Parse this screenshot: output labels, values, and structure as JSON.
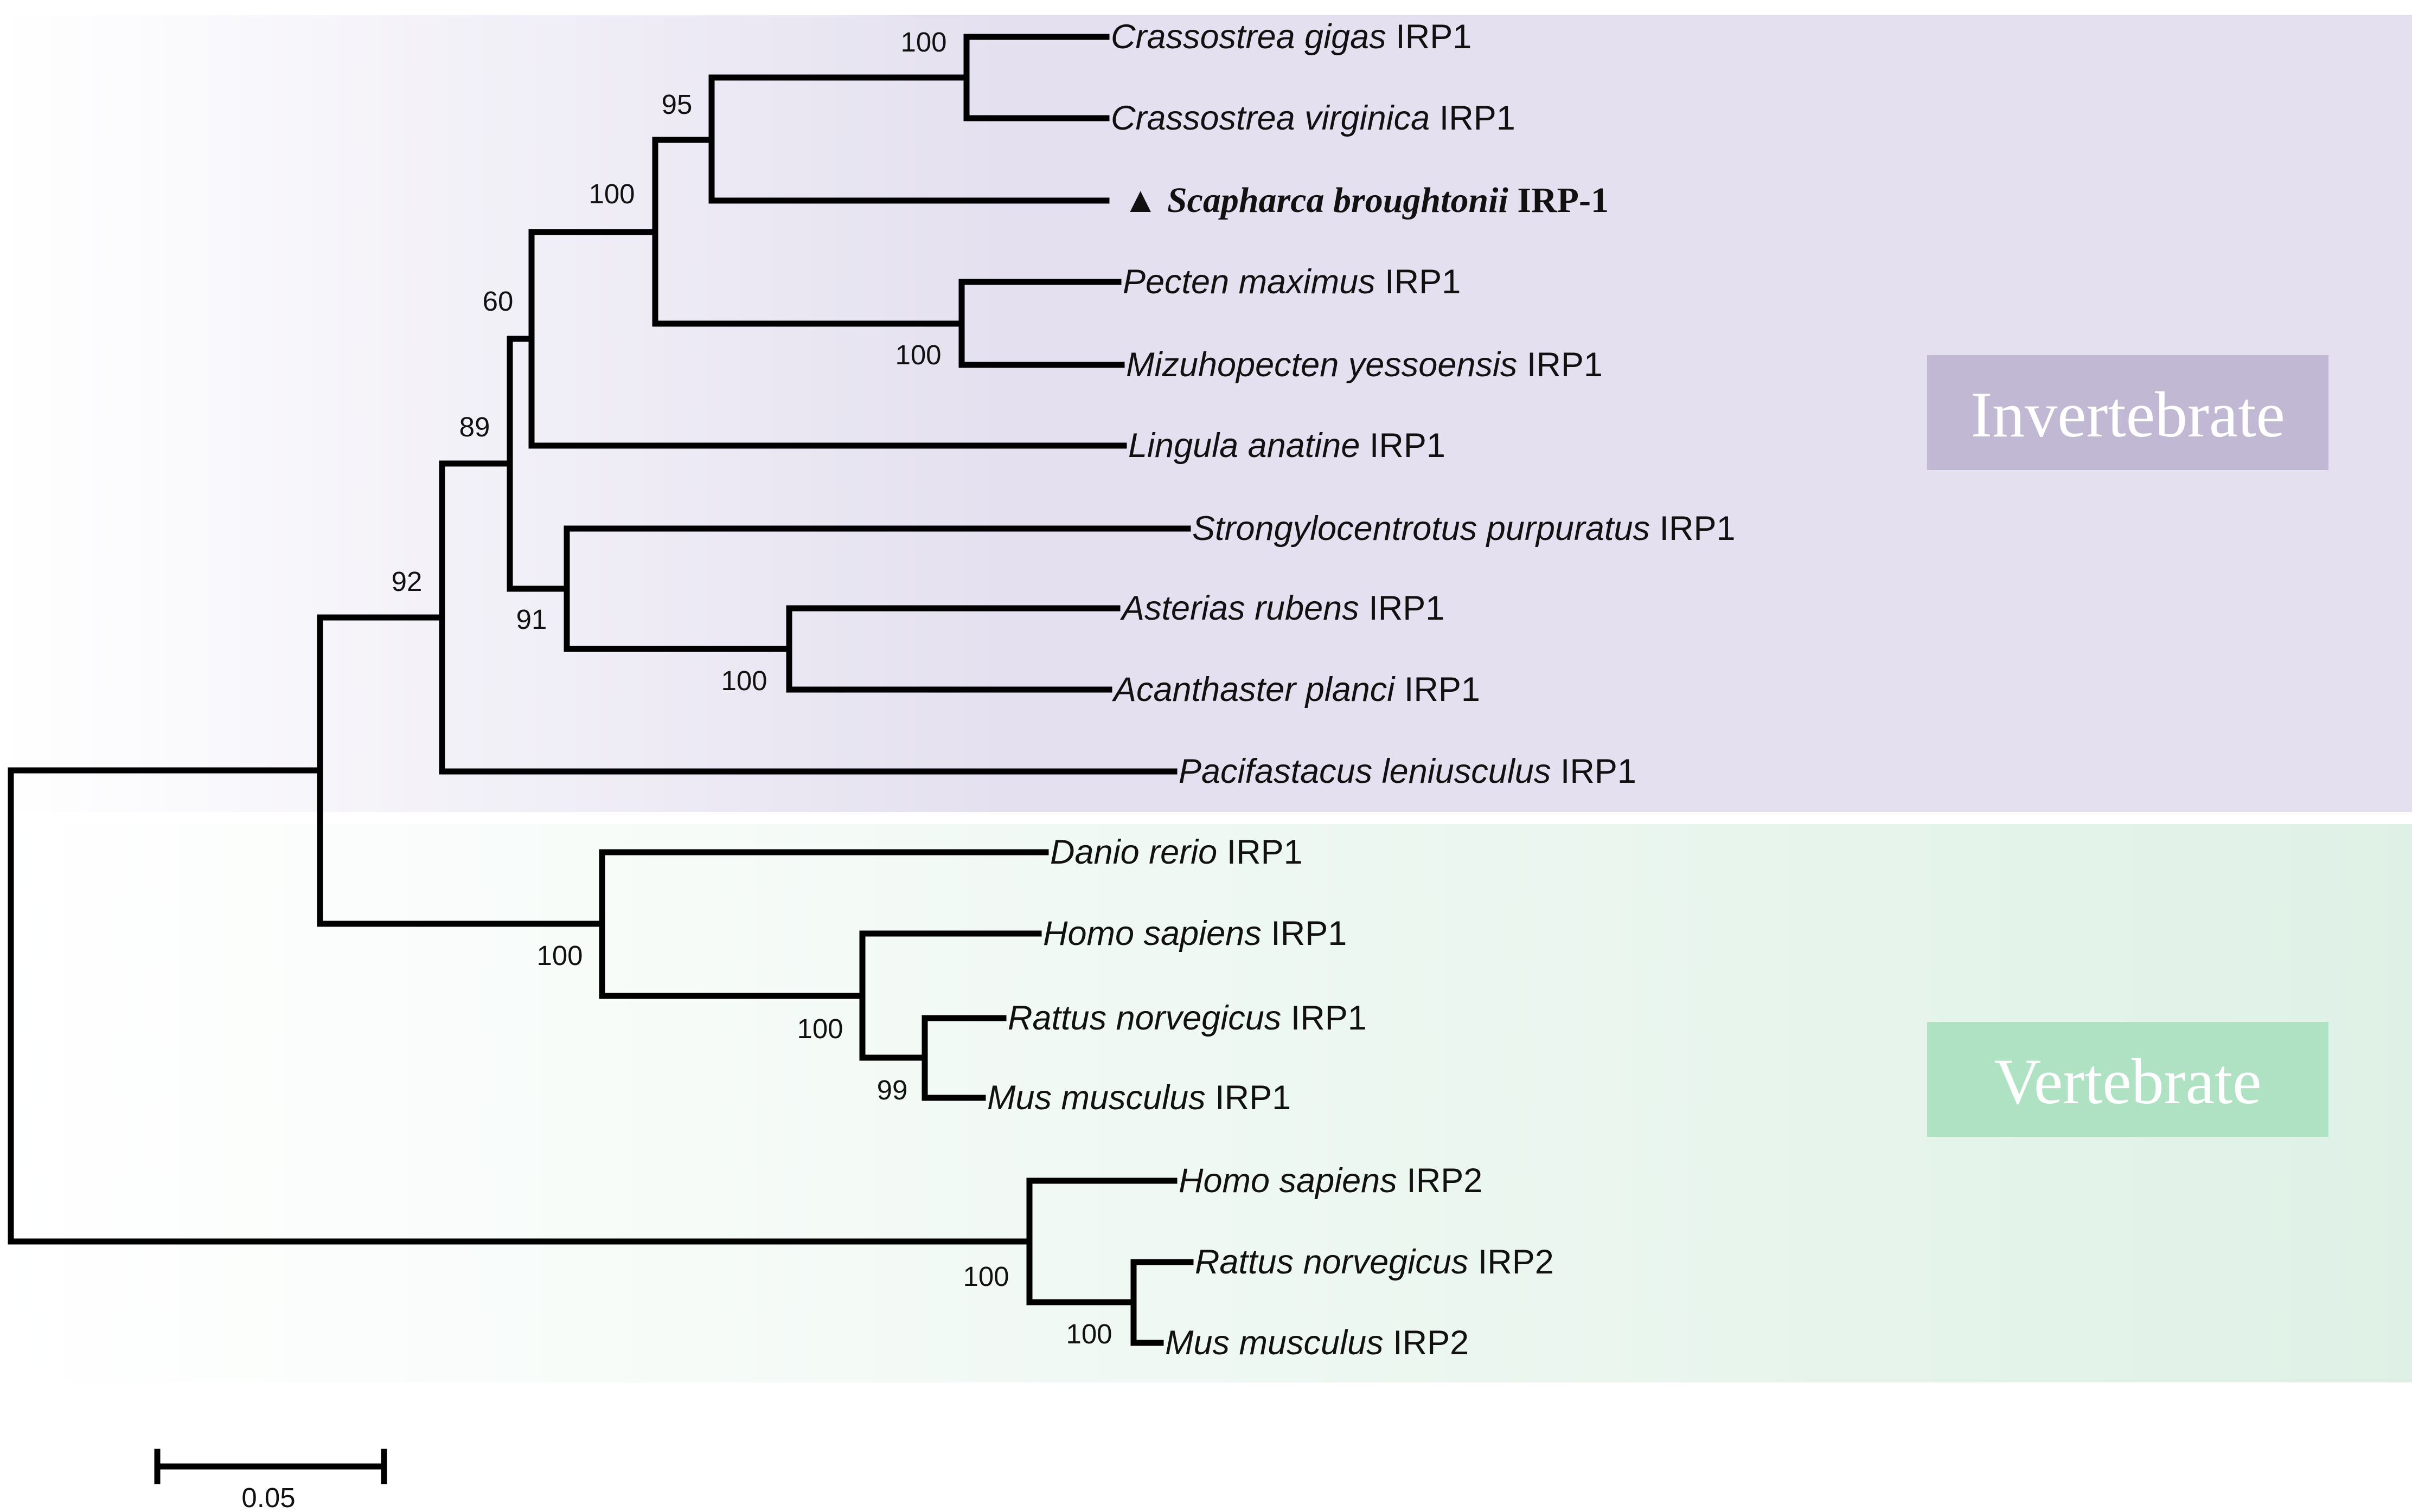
{
  "colors": {
    "invertebrate_panel": "#e4e0ef",
    "invertebrate_label_bg": "#c1b8d4",
    "vertebrate_panel": "#dff1e6",
    "vertebrate_label_bg": "#aee2c3",
    "branch": "#000000",
    "text": "#111111"
  },
  "groups": [
    {
      "label": "Invertebrate"
    },
    {
      "label": "Vertebrate"
    }
  ],
  "taxa": [
    {
      "species": "Crassostrea gigas",
      "gene": "IRP1"
    },
    {
      "species": "Crassostrea virginica",
      "gene": "IRP1"
    },
    {
      "marker": "▲",
      "species": "Scapharca broughtonii",
      "gene": "IRP-1",
      "highlight": true
    },
    {
      "species": "Pecten maximus",
      "gene": "IRP1"
    },
    {
      "species": "Mizuhopecten yessoensis",
      "gene": "IRP1"
    },
    {
      "species": "Lingula anatine",
      "gene": "IRP1"
    },
    {
      "species": "Strongylocentrotus purpuratus",
      "gene": "IRP1"
    },
    {
      "species": "Asterias rubens",
      "gene": "IRP1"
    },
    {
      "species": "Acanthaster planci",
      "gene": "IRP1"
    },
    {
      "species": "Pacifastacus leniusculus",
      "gene": "IRP1"
    },
    {
      "species": "Danio rerio",
      "gene": "IRP1"
    },
    {
      "species": "Homo sapiens",
      "gene": "IRP1"
    },
    {
      "species": "Rattus norvegicus",
      "gene": "IRP1"
    },
    {
      "species": "Mus musculus",
      "gene": "IRP1"
    },
    {
      "species": "Homo sapiens",
      "gene": "IRP2"
    },
    {
      "species": "Rattus norvegicus",
      "gene": "IRP2"
    },
    {
      "species": "Mus musculus",
      "gene": "IRP2"
    }
  ],
  "support_values": [
    "100",
    "95",
    "100",
    "100",
    "60",
    "89",
    "91",
    "100",
    "92",
    "100",
    "100",
    "99",
    "100",
    "100"
  ],
  "scale_bar": {
    "label": "0.05"
  }
}
